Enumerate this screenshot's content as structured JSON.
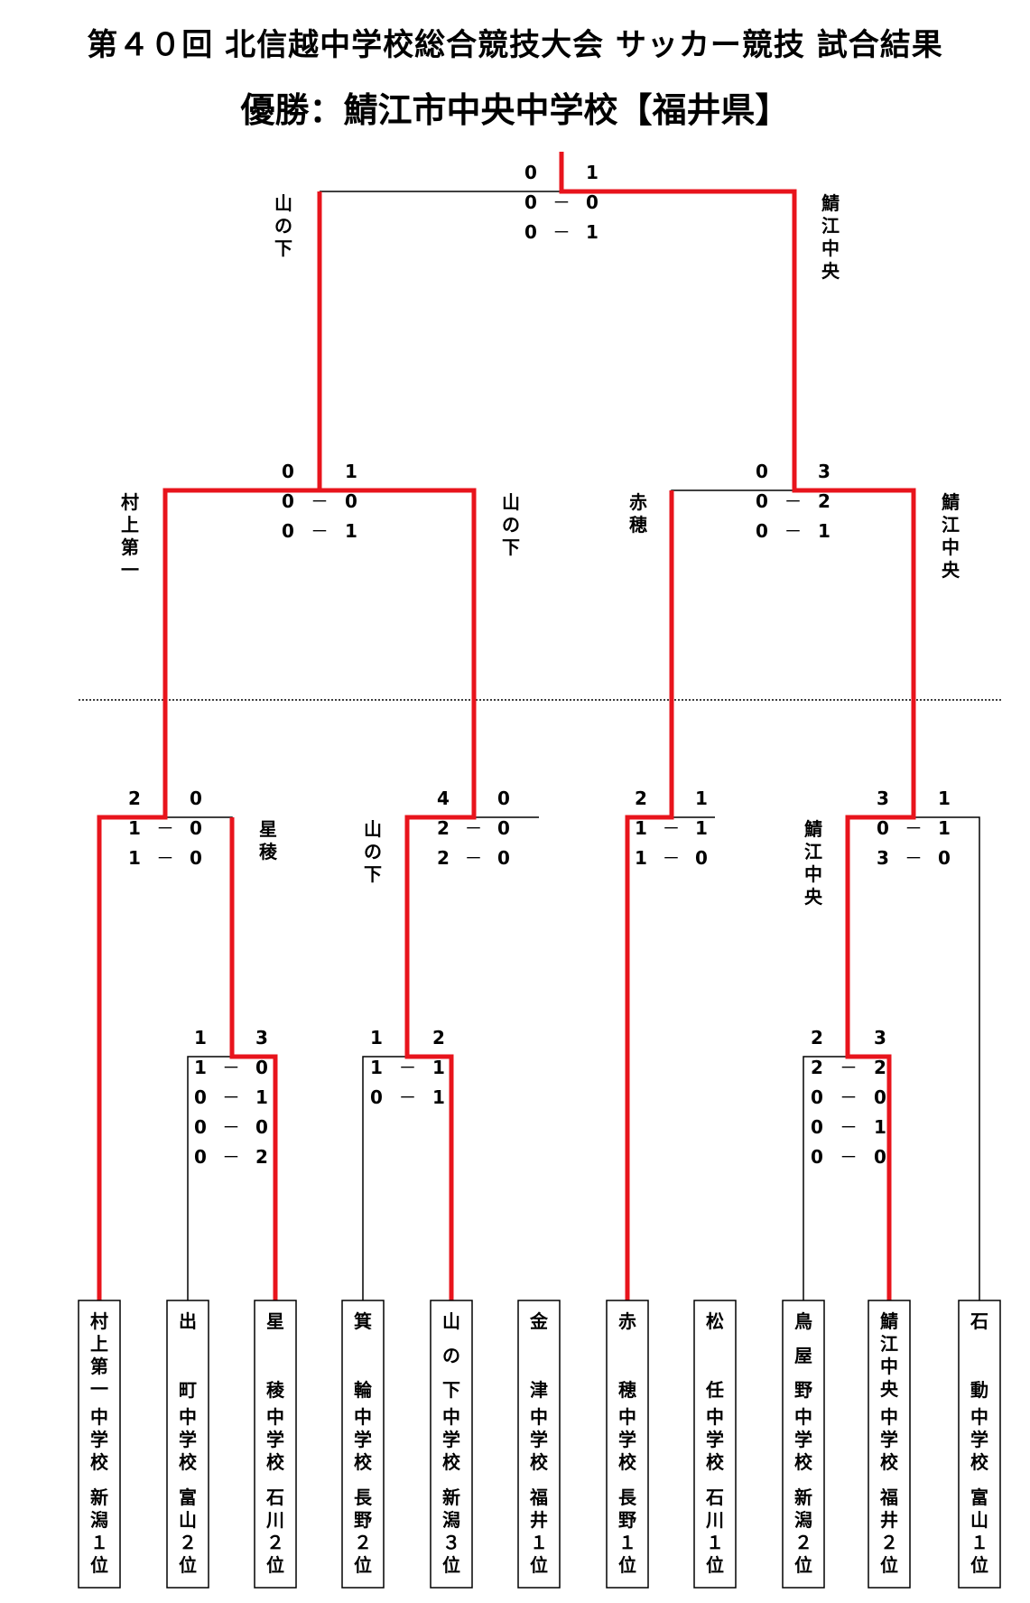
{
  "title": "第４０回 北信越中学校総合競技大会 サッカー競技 試合結果",
  "champion": "優勝：鯖江市中央中学校【福井県】",
  "teams": [
    {
      "name": "村上第一",
      "suffix": "中学校",
      "seed": "新潟１位"
    },
    {
      "name": "出町",
      "suffix": "中学校",
      "seed": "富山２位"
    },
    {
      "name": "星稜",
      "suffix": "中学校",
      "seed": "石川２位"
    },
    {
      "name": "箕輪",
      "suffix": "中学校",
      "seed": "長野２位"
    },
    {
      "name": "山の下",
      "suffix": "中学校",
      "seed": "新潟３位"
    },
    {
      "name": "金津",
      "suffix": "中学校",
      "seed": "福井１位"
    },
    {
      "name": "赤穂",
      "suffix": "中学校",
      "seed": "長野１位"
    },
    {
      "name": "松任",
      "suffix": "中学校",
      "seed": "石川１位"
    },
    {
      "name": "鳥屋野",
      "suffix": "中学校",
      "seed": "新潟２位"
    },
    {
      "name": "鯖江中央",
      "suffix": "中学校",
      "seed": "福井２位"
    },
    {
      "name": "石動",
      "suffix": "中学校",
      "seed": "富山１位"
    }
  ],
  "matches": [
    {
      "id": "r1a",
      "total": [
        "1",
        "3"
      ],
      "periods": [
        [
          "1",
          "0"
        ],
        [
          "0",
          "1"
        ],
        [
          "0",
          "0"
        ],
        [
          "0",
          "2"
        ]
      ]
    },
    {
      "id": "r1b",
      "total": [
        "1",
        "2"
      ],
      "periods": [
        [
          "1",
          "1"
        ],
        [
          "0",
          "1"
        ]
      ]
    },
    {
      "id": "r1c",
      "total": [
        "2",
        "3"
      ],
      "periods": [
        [
          "2",
          "2"
        ],
        [
          "0",
          "0"
        ],
        [
          "0",
          "1"
        ],
        [
          "0",
          "0"
        ]
      ]
    },
    {
      "id": "qf1",
      "total": [
        "2",
        "0"
      ],
      "periods": [
        [
          "1",
          "0"
        ],
        [
          "1",
          "0"
        ]
      ],
      "winner_label": "星稜"
    },
    {
      "id": "qf2",
      "total": [
        "4",
        "0"
      ],
      "periods": [
        [
          "2",
          "0"
        ],
        [
          "2",
          "0"
        ]
      ],
      "winner_label": "山の下"
    },
    {
      "id": "qf3",
      "total": [
        "2",
        "1"
      ],
      "periods": [
        [
          "1",
          "1"
        ],
        [
          "1",
          "0"
        ]
      ]
    },
    {
      "id": "qf4",
      "total": [
        "3",
        "1"
      ],
      "periods": [
        [
          "0",
          "1"
        ],
        [
          "3",
          "0"
        ]
      ],
      "winner_label": "鯖江中央"
    },
    {
      "id": "sf1",
      "total": [
        "0",
        "1"
      ],
      "periods": [
        [
          "0",
          "0"
        ],
        [
          "0",
          "1"
        ]
      ],
      "left_label": "村上第一",
      "right_label": "山の下"
    },
    {
      "id": "sf2",
      "total": [
        "0",
        "3"
      ],
      "periods": [
        [
          "0",
          "2"
        ],
        [
          "0",
          "1"
        ]
      ],
      "left_label": "赤穂",
      "right_label": "鯖江中央"
    },
    {
      "id": "final",
      "total": [
        "0",
        "1"
      ],
      "periods": [
        [
          "0",
          "0"
        ],
        [
          "0",
          "1"
        ]
      ],
      "left_label": "山の下",
      "right_label": "鯖江中央"
    }
  ],
  "dash": "－",
  "colors": {
    "win_path": "#e8141c",
    "line": "#000000"
  }
}
